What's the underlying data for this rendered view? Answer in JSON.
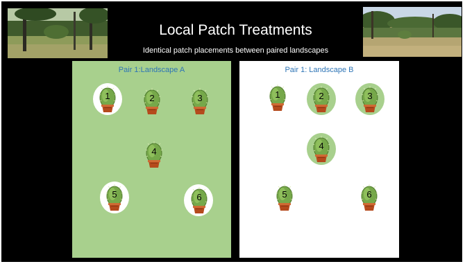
{
  "slide": {
    "title": "Local Patch Treatments",
    "subtitle": "Identical patch placements between paired landscapes",
    "colors": {
      "background": "#000000",
      "landscape_a": "#a8d08d",
      "landscape_b": "#ffffff",
      "label": "#2e75b6",
      "cactus": "#76a84a",
      "pot": "#b54a1c"
    }
  },
  "panels": {
    "a": {
      "label": "Pair 1:Landscape A",
      "plants": [
        "1",
        "2",
        "3",
        "4",
        "5",
        "6"
      ],
      "halo_color": "white",
      "halos_around": [
        "1",
        "5",
        "6"
      ]
    },
    "b": {
      "label": "Pair 1: Landscape B",
      "plants": [
        "1",
        "2",
        "3",
        "4",
        "5",
        "6"
      ],
      "halo_color": "green",
      "halos_around": [
        "2",
        "3",
        "4"
      ]
    }
  },
  "icons": {
    "photo": "pine-savanna-photo",
    "plant": "potted-cactus-icon"
  }
}
